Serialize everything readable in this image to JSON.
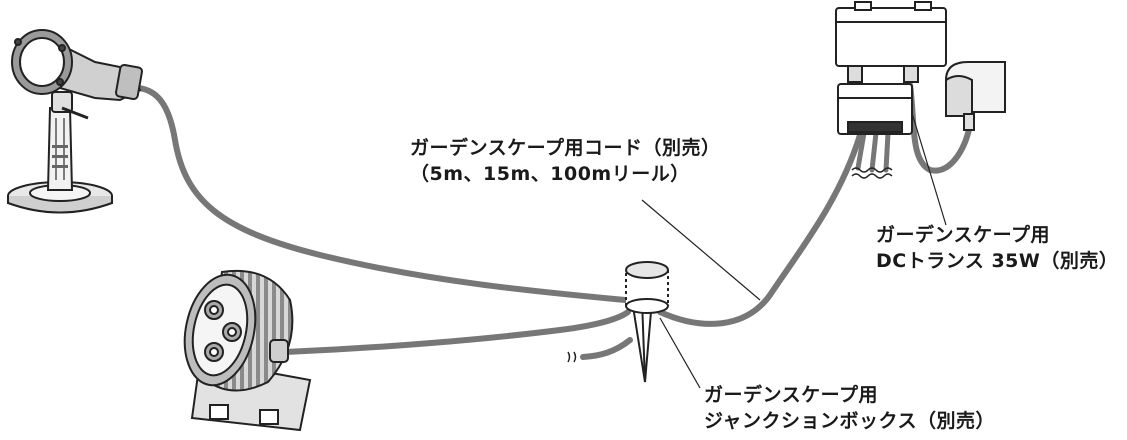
{
  "labels": {
    "cord": {
      "line1": "ガーデンスケープ用コード（別売）",
      "line2": "（5m、15m、100mリール）"
    },
    "transformer": {
      "line1": "ガーデンスケープ用",
      "line2": "DCトランス 35W（別売）"
    },
    "junction_box": {
      "line1": "ガーデンスケープ用",
      "line2": "ジャンクションボックス（別売）"
    }
  }
}
